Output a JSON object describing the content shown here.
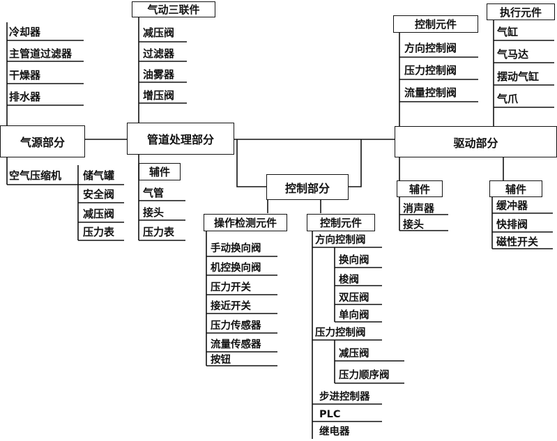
{
  "nodes": {
    "air_source": "气源部分",
    "pipeline": "管道处理部分",
    "control": "控制部分",
    "drive": "驱动部分"
  },
  "air_source": {
    "upper_items": [
      "冷却器",
      "主管道过滤器",
      "干燥器",
      "排水器"
    ],
    "lower_main": "空气压缩机",
    "lower_sub": [
      "储气罐",
      "安全阀",
      "减压阀",
      "压力表"
    ]
  },
  "pipeline": {
    "frl_header": "气动三联件",
    "frl_items": [
      "减压阀",
      "过滤器",
      "油雾器",
      "增压阀"
    ],
    "aux_header": "辅件",
    "aux_items": [
      "气管",
      "接头",
      "压力表"
    ]
  },
  "control": {
    "detect_header": "操作检测元件",
    "detect_items": [
      "手动换向阀",
      "机控换向阀",
      "压力开关",
      "接近开关",
      "压力传感器",
      "流量传感器",
      "按钮"
    ],
    "elem_header": "控制元件",
    "direction_group": "方向控制阀",
    "direction_items": [
      "换向阀",
      "梭阀",
      "双压阀",
      "单向阀"
    ],
    "pressure_group": "压力控制阀",
    "pressure_items": [
      "减压阀",
      "压力顺序阀"
    ],
    "other_items": [
      "步进控制器",
      "PLC",
      "继电器"
    ]
  },
  "drive": {
    "ctrl_header": "控制元件",
    "ctrl_items": [
      "方向控制阀",
      "压力控制阀",
      "流量控制阀"
    ],
    "exec_header": "执行元件",
    "exec_items": [
      "气缸",
      "气马达",
      "摆动气缸",
      "气爪"
    ],
    "aux1_header": "辅件",
    "aux1_items": [
      "消声器",
      "接头"
    ],
    "aux2_header": "辅件",
    "aux2_items": [
      "缓冲器",
      "快排阀",
      "磁性开关"
    ]
  }
}
